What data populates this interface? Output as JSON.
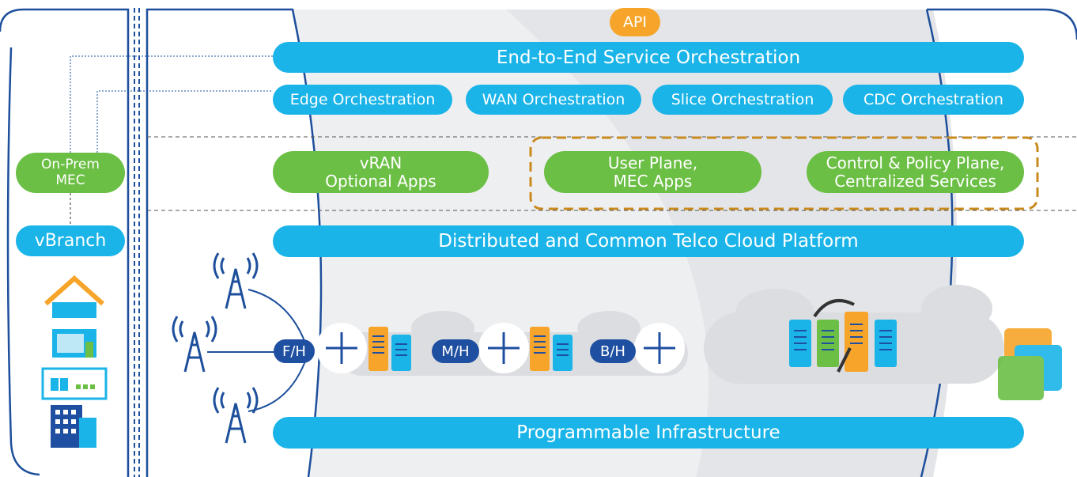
{
  "api": {
    "label": "API"
  },
  "orchestration": {
    "main": "End-to-End Service Orchestration",
    "domains": [
      "Edge Orchestration",
      "WAN Orchestration",
      "Slice Orchestration",
      "CDC Orchestration"
    ]
  },
  "apps": {
    "vran": [
      "vRAN",
      "Optional Apps"
    ],
    "user_plane": [
      "User Plane,",
      "MEC Apps"
    ],
    "control_plane": [
      "Control & Policy Plane,",
      "Centralized Services"
    ]
  },
  "branch": {
    "onprem_mec": [
      "On-Prem",
      "MEC"
    ],
    "vbranch": "vBranch"
  },
  "platform": {
    "label": "Distributed and Common Telco Cloud Platform"
  },
  "infrastructure": {
    "label": "Programmable Infrastructure"
  },
  "transport": {
    "fronthaul": "F/H",
    "midhaul": "M/H",
    "backhaul": "B/H"
  },
  "icons": [
    "cell-tower-icon",
    "router-icon",
    "server-icon",
    "cloud-icon",
    "store-icon",
    "office-building-icon",
    "switch-icon",
    "satellite-icon",
    "cube-logo-icon"
  ],
  "colors": {
    "blue": "#1ab4e8",
    "green": "#6cbf45",
    "orange": "#f7a52a",
    "navy": "#1f4fa0",
    "frame": "#1d4f9c",
    "dashed_box": "#c98a1e"
  }
}
